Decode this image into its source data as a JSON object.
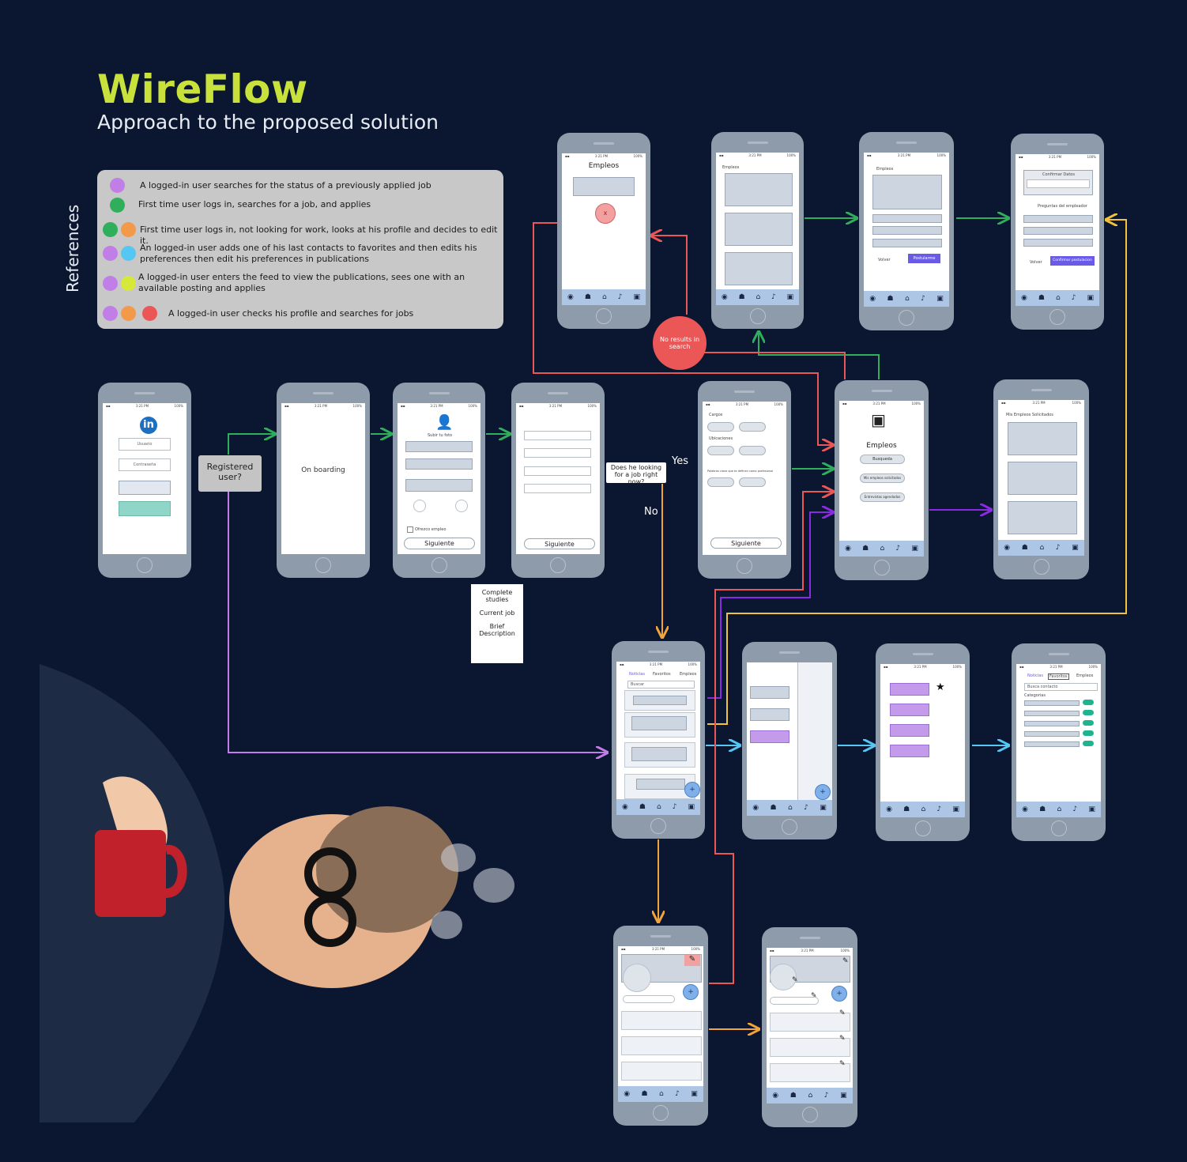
{
  "header": {
    "title": "WireFlow",
    "subtitle": "Approach to the proposed solution"
  },
  "references": {
    "side_label": "References",
    "items": [
      {
        "colors": [
          "#c07ee6"
        ],
        "text": "A logged-in user searches for the status of a previously applied job"
      },
      {
        "colors": [
          "#2fae5c"
        ],
        "text": "First time user logs in, searches for a job, and applies"
      },
      {
        "colors": [
          "#2fae5c",
          "#f2994a"
        ],
        "text": "First time user logs in, not looking for work, looks at his profile and decides to edit it."
      },
      {
        "colors": [
          "#c07ee6",
          "#56c7f2"
        ],
        "text": "An logged-in user adds one of his last contacts to favorites and then edits his preferences then edit his preferences in publications"
      },
      {
        "colors": [
          "#c07ee6",
          "#d6e83a"
        ],
        "text": "A logged-in user enters the feed to view the publications, sees one with an available posting and applies"
      },
      {
        "colors": [
          "#c07ee6",
          "#f2994a",
          "#eb5757"
        ],
        "text": "A logged-in user checks his profile and searches for jobs"
      }
    ]
  },
  "flow_labels": {
    "registered": "Registered user?",
    "onboarding": "On boarding",
    "looking": "Does he looking for a job right now?",
    "yes": "Yes",
    "no": "No",
    "no_results": "No results in search",
    "note_line1": "Complete studies",
    "note_line2": "Current job",
    "note_line3": "Brief Description"
  },
  "screens": {
    "login": {
      "user": "Usuario",
      "pass": "Contraseña"
    },
    "photo": {
      "upload": "Subir tu foto",
      "offer": "Ofrezco empleo",
      "next": "Siguiente"
    },
    "form": {
      "next": "Siguiente"
    },
    "prefs": {
      "cargos": "Cargos",
      "ubicaciones": "Ubicaciones",
      "keywords": "Palabras clave que te definen como profesional",
      "next": "Siguiente"
    },
    "empleos_empty": {
      "title": "Empleos",
      "x": "x"
    },
    "empleos_list": {
      "title": "Empleos"
    },
    "apply": {
      "title": "Empleos",
      "back": "Volver",
      "apply": "Postularme"
    },
    "confirm": {
      "confirm": "Confirmar Datos",
      "questions": "Preguntas del empleador",
      "back": "Volver",
      "submit": "Confirmar postulacion"
    },
    "empleos_menu": {
      "title": "Empleos",
      "search": "Busqueda",
      "my_jobs": "Mis empleos solicitados",
      "interviews": "Entrevistas agendadas"
    },
    "my_jobs": {
      "title": "Mis Empleos Solicitados"
    },
    "feed": {
      "tab1": "Noticias",
      "tab2": "Favoritos",
      "tab3": "Empleos",
      "search": "Buscar"
    },
    "prefs_feed": {
      "tab1": "Noticias",
      "tab2": "Favoritos",
      "tab3": "Empleos",
      "search": "Busca contacto",
      "cats": "Categorias"
    }
  }
}
